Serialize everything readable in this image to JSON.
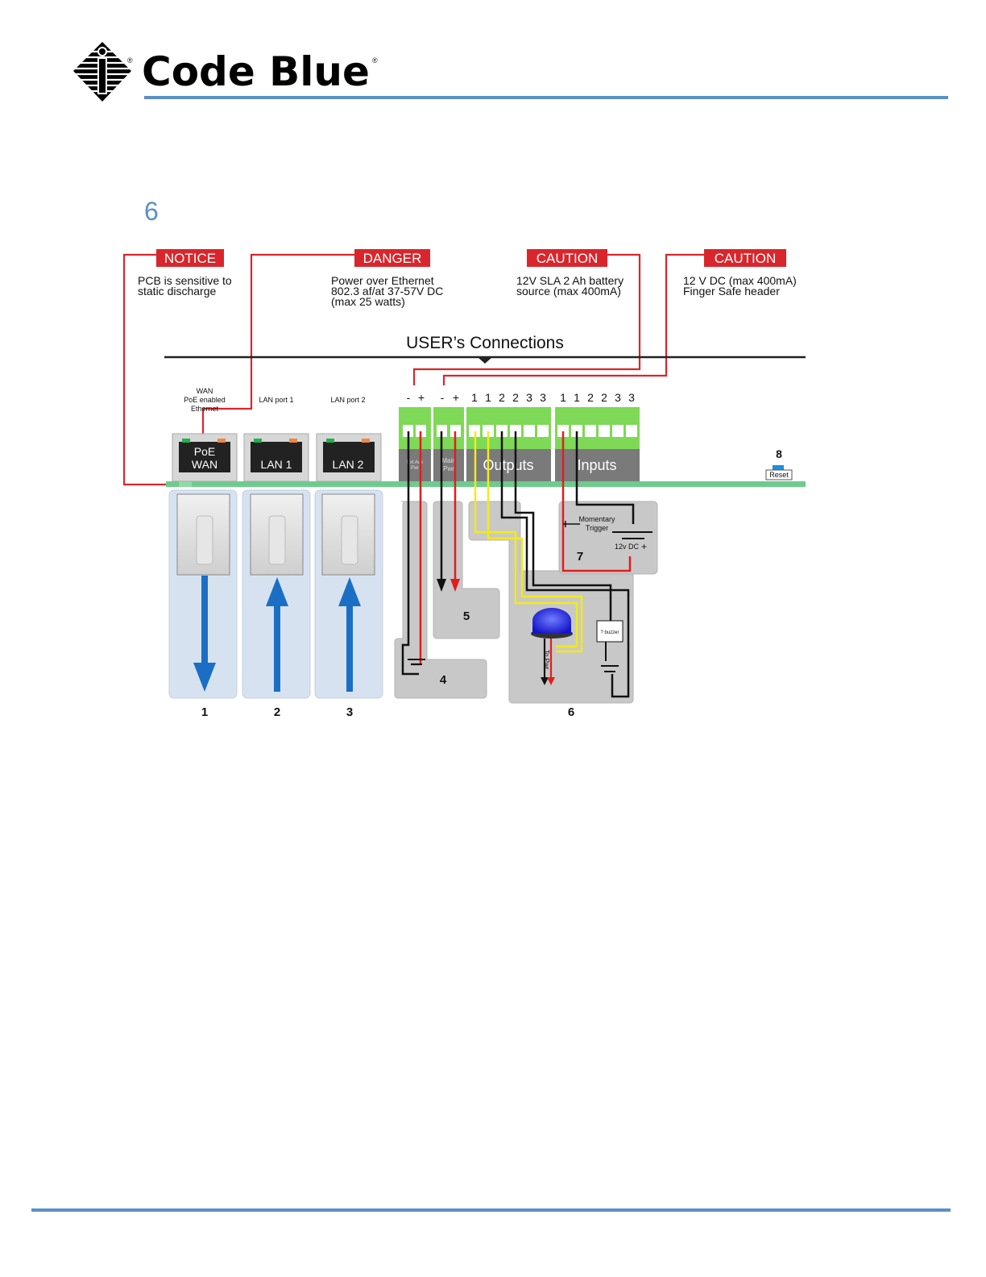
{
  "header": {
    "brand": "Code Blue",
    "registered_mark": "®"
  },
  "section_number": "6",
  "warnings": [
    {
      "badge": "NOTICE",
      "lines": [
        "PCB is sensitive to",
        "static discharge"
      ]
    },
    {
      "badge": "DANGER",
      "lines": [
        "Power over Ethernet",
        "802.3 af/at 37-57V DC",
        "(max 25 watts)"
      ]
    },
    {
      "badge": "CAUTION",
      "lines": [
        "12V SLA 2 Ah battery",
        "source (max 400mA)"
      ]
    },
    {
      "badge": "CAUTION",
      "lines": [
        "12 V DC (max 400mA)",
        "Finger Safe header"
      ]
    }
  ],
  "user_connections_title": "USER’s Connections",
  "ports": [
    {
      "caption_lines": [
        "WAN",
        "PoE enabled",
        "Ethernet"
      ],
      "label_lines": [
        "PoE",
        "WAN"
      ],
      "number": "1"
    },
    {
      "caption_lines": [
        "LAN port 1"
      ],
      "label_lines": [
        "LAN 1"
      ],
      "number": "2"
    },
    {
      "caption_lines": [
        "LAN port 2"
      ],
      "label_lines": [
        "LAN 2"
      ],
      "number": "3"
    }
  ],
  "terminals": {
    "ext_aux": {
      "pins": [
        "-",
        "+"
      ],
      "label_lines": [
        "Ext Aux",
        "Pwr"
      ]
    },
    "main": {
      "pins": [
        "-",
        "+"
      ],
      "label_lines": [
        "Main",
        "Pwr"
      ]
    },
    "outputs": {
      "pins": [
        "1",
        "1",
        "2",
        "2",
        "3",
        "3"
      ],
      "label": "Outputs"
    },
    "inputs": {
      "pins": [
        "1",
        "1",
        "2",
        "2",
        "3",
        "3"
      ],
      "label": "Inputs"
    }
  },
  "panels": {
    "p4": "4",
    "p5": "5",
    "p6": "6",
    "p7": "7",
    "momentary_trigger_lines": [
      "Momentary",
      "Trigger"
    ],
    "dc_12v": "12v DC",
    "dc_plus": "+",
    "to_pwr": "To Pwr",
    "buzzer": "? buzzer"
  },
  "reset": {
    "number": "8",
    "label": "Reset"
  },
  "colors": {
    "brand_blue": "#5b8fc7",
    "warning_red": "#d9262c",
    "pcb_green": "#6ecb8c",
    "terminal_green": "#7ed957",
    "arrow_blue": "#1a6fc4",
    "panel_gray": "#c8c8c8"
  },
  "icons": [
    "code-blue-logo-icon",
    "rj45-jack-icon",
    "arrow-down-icon",
    "arrow-up-icon",
    "blue-strobe-light-icon",
    "battery-icon",
    "buzzer-icon"
  ]
}
